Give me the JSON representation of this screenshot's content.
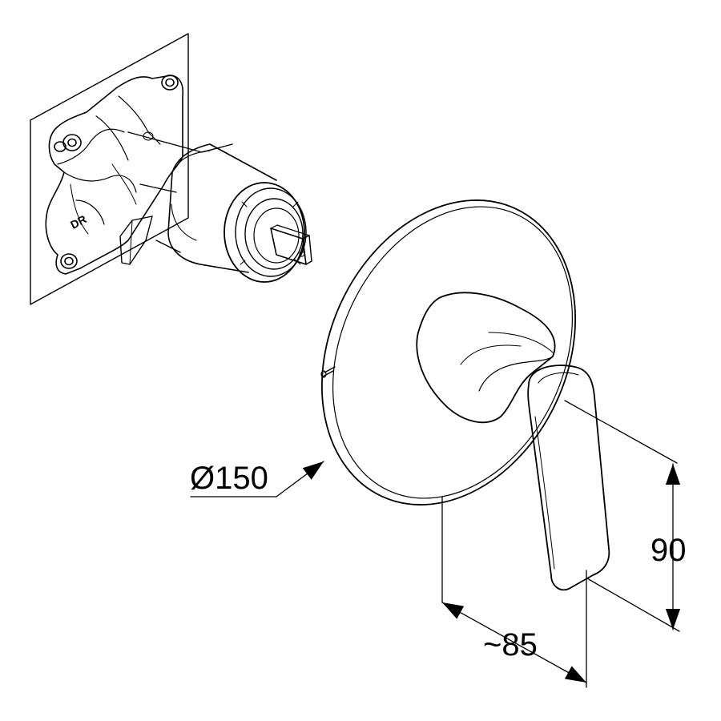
{
  "dimensions": {
    "diameter": "Ø150",
    "depth": "~85",
    "height": "90"
  },
  "valve_marking": "DR",
  "colors": {
    "stroke": "#000000",
    "background": "#ffffff"
  }
}
